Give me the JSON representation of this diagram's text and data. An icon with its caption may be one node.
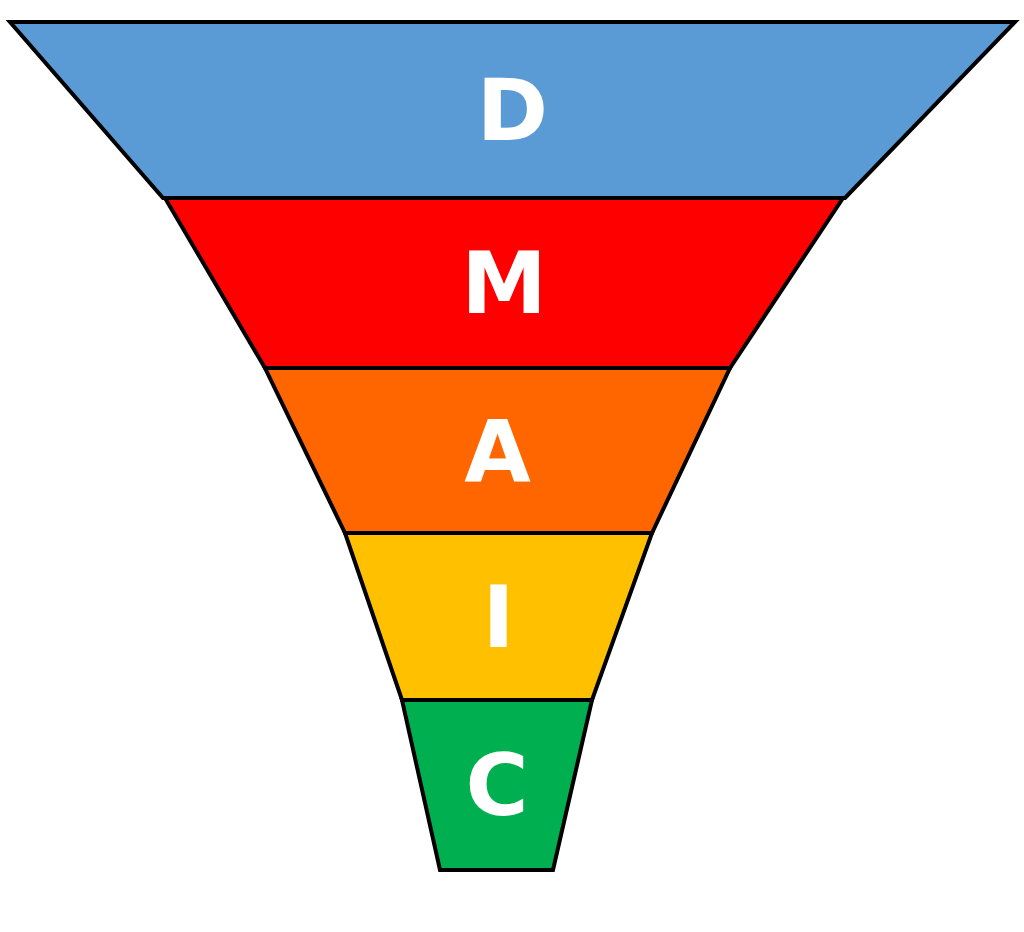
{
  "diagram": {
    "nodes": [
      {
        "text": [
          "D"
        ]
      },
      {
        "text": [
          "M"
        ]
      },
      {
        "text": [
          "A"
        ]
      },
      {
        "text": [
          "I"
        ]
      },
      {
        "text": [
          "C"
        ]
      }
    ]
  }
}
